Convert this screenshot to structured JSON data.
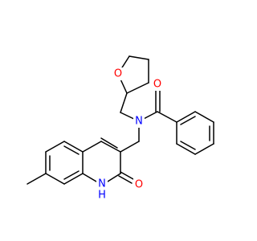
{
  "atoms": {
    "ring_oxygen": "O",
    "amide_oxygen": "O",
    "amide_nitrogen": "N",
    "lactam_oxygen": "O",
    "lactam_nitrogen": "N",
    "lactam_hydrogen": "H"
  },
  "colors": {
    "bond": "#000000",
    "oxygen": "#ff0000",
    "nitrogen": "#0000ff",
    "background": "#ffffff"
  }
}
